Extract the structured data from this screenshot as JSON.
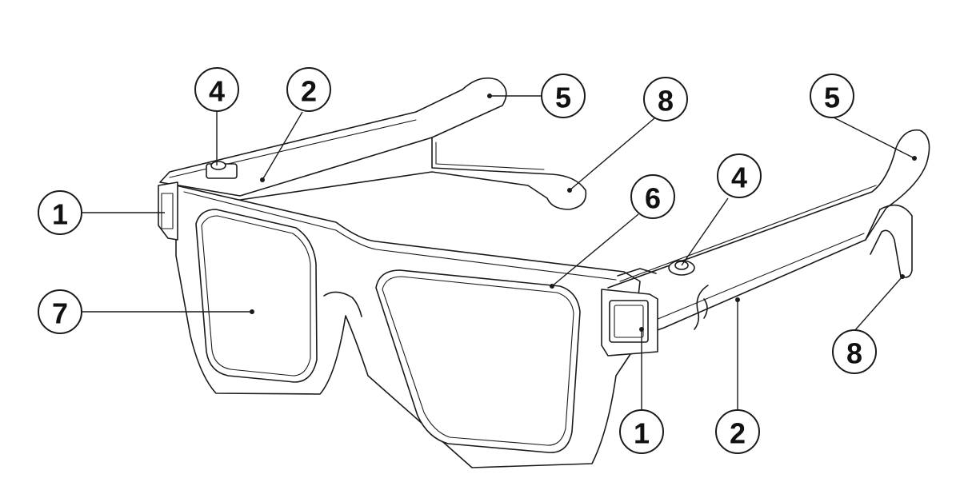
{
  "callouts": [
    {
      "id": "c1-left",
      "label": "1"
    },
    {
      "id": "c1-bottom",
      "label": "1"
    },
    {
      "id": "c2-top",
      "label": "2"
    },
    {
      "id": "c2-bottom",
      "label": "2"
    },
    {
      "id": "c4-left",
      "label": "4"
    },
    {
      "id": "c4-right",
      "label": "4"
    },
    {
      "id": "c5-left",
      "label": "5"
    },
    {
      "id": "c5-right",
      "label": "5"
    },
    {
      "id": "c6",
      "label": "6"
    },
    {
      "id": "c7",
      "label": "7"
    },
    {
      "id": "c8-top",
      "label": "8"
    },
    {
      "id": "c8-bottom",
      "label": "8"
    }
  ],
  "colors": {
    "stroke": "#1a1a1a",
    "background": "#ffffff"
  }
}
